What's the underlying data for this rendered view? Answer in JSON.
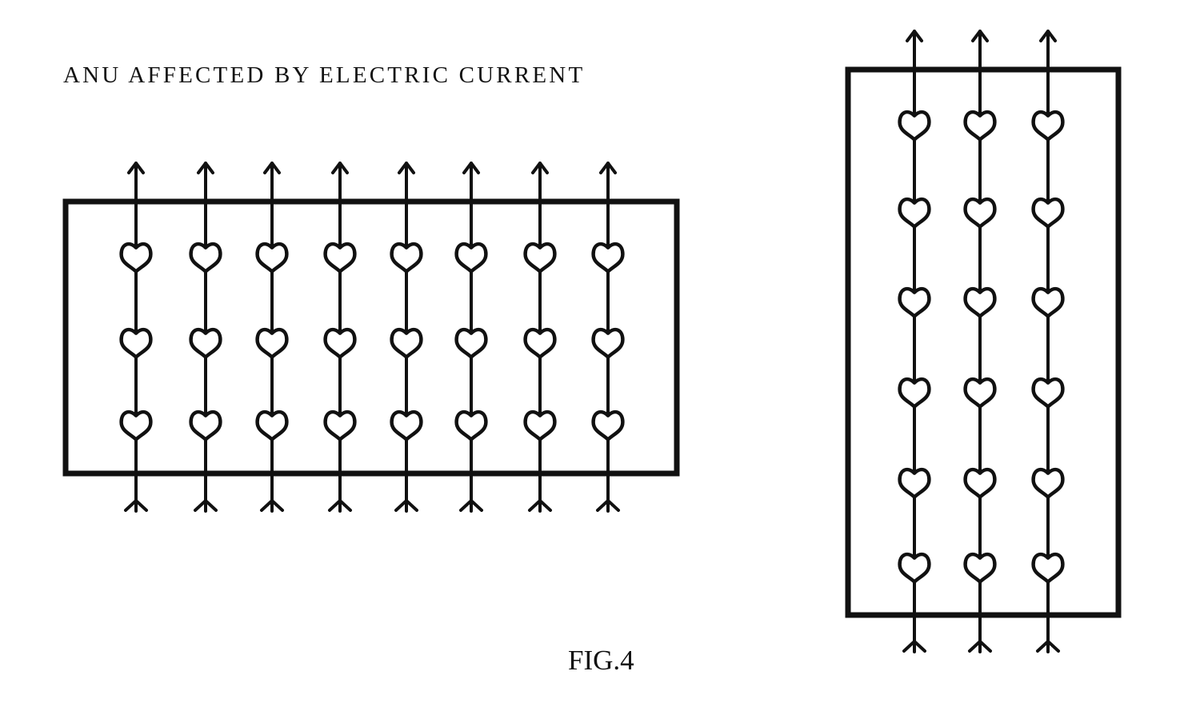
{
  "title": "ANU AFFECTED BY ELECTRIC CURRENT",
  "figure_label": "FIG.4",
  "ink_color": "#111111",
  "panels": [
    {
      "name": "horizontal-block",
      "columns": 8,
      "anu_per_column": 3
    },
    {
      "name": "vertical-block",
      "columns": 3,
      "anu_per_column": 6
    }
  ]
}
